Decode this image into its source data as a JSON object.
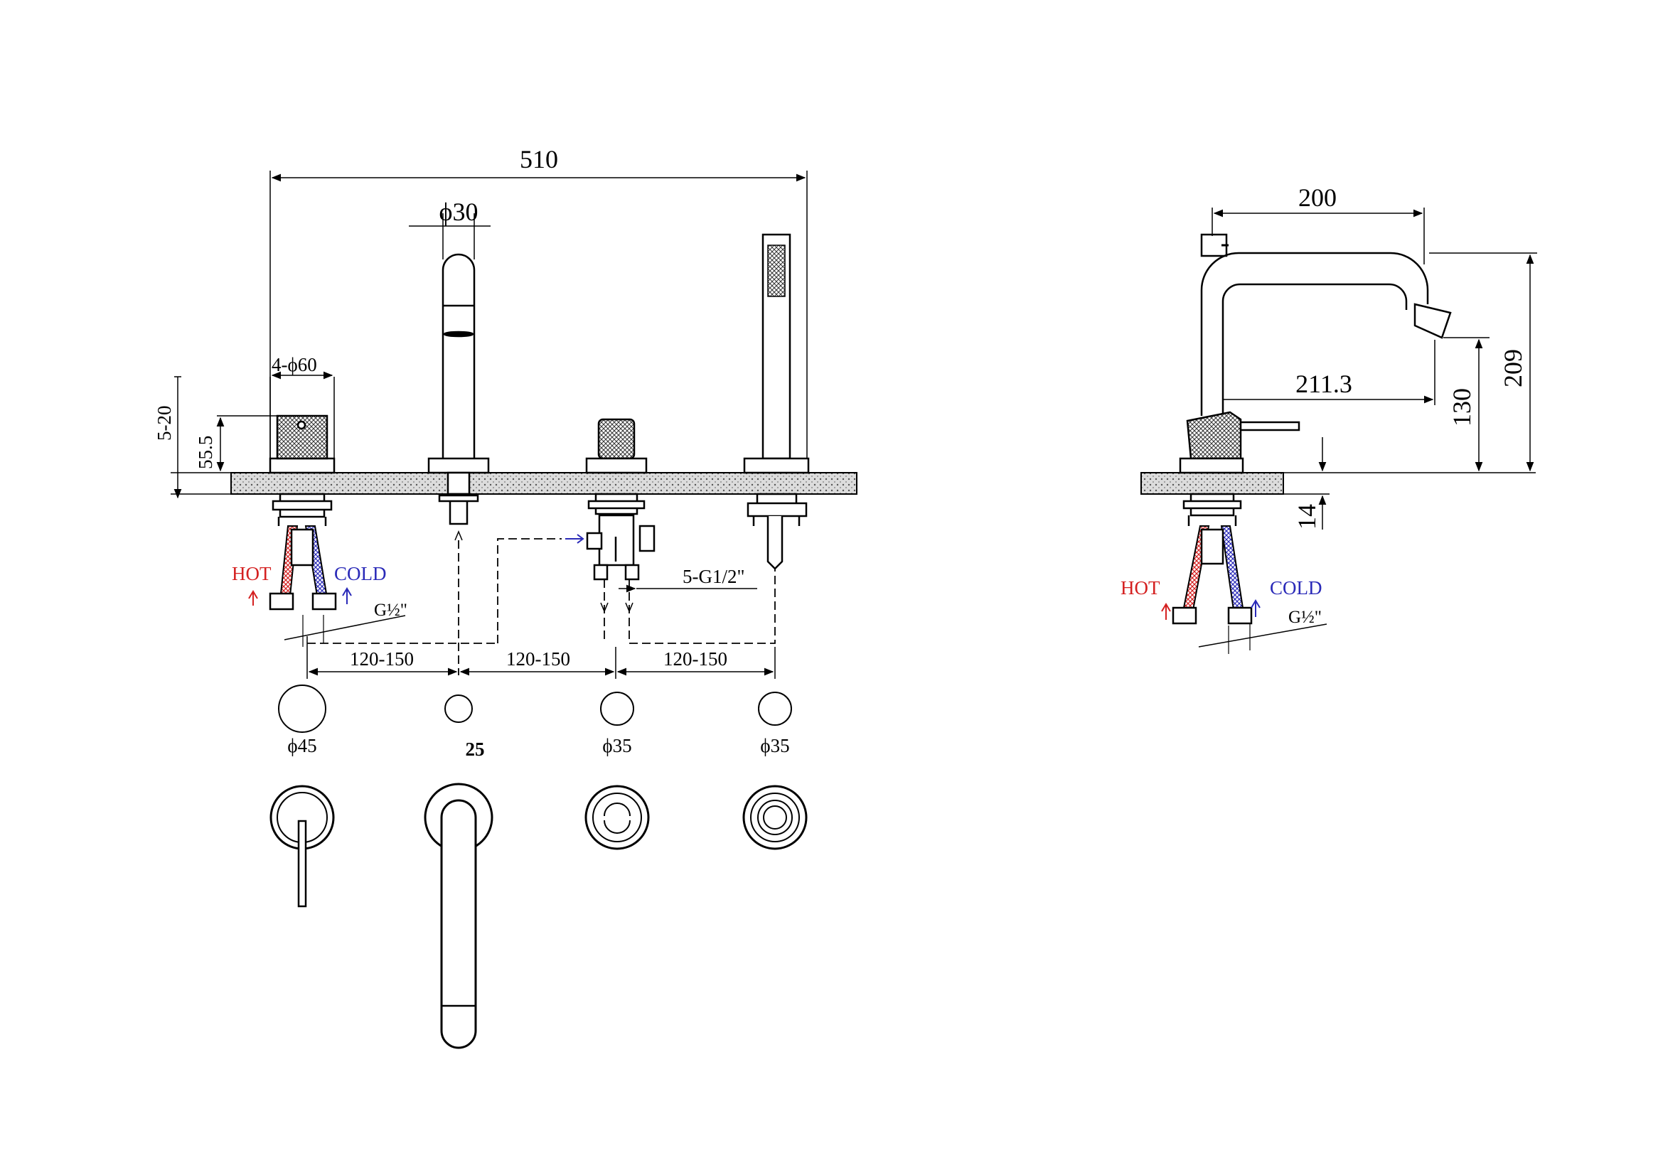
{
  "front_view": {
    "overall_width": "510",
    "spout_diameter": "ϕ30",
    "handle_diameter": "4-ϕ60",
    "deck_range": "5-20",
    "handle_height": "55.5",
    "hot_label": "HOT",
    "cold_label": "COLD",
    "inlet_thread": "G½\"",
    "outlet_thread": "5-G1/2\"",
    "spacing_1": "120-150",
    "spacing_2": "120-150",
    "spacing_3": "120-150"
  },
  "cutouts": {
    "hole_1": "ϕ45",
    "hole_2": "25",
    "hole_3": "ϕ35",
    "hole_4": "ϕ35"
  },
  "side_view": {
    "reach": "200",
    "spout_projection": "211.3",
    "spout_height": "130",
    "total_height": "209",
    "deck_thickness": "14",
    "hot_label": "HOT",
    "cold_label": "COLD",
    "inlet_thread": "G½\""
  },
  "colors": {
    "line": "#000000",
    "hot": "#d42020",
    "cold": "#2a2ab8",
    "deck": "#bdbdbd"
  }
}
